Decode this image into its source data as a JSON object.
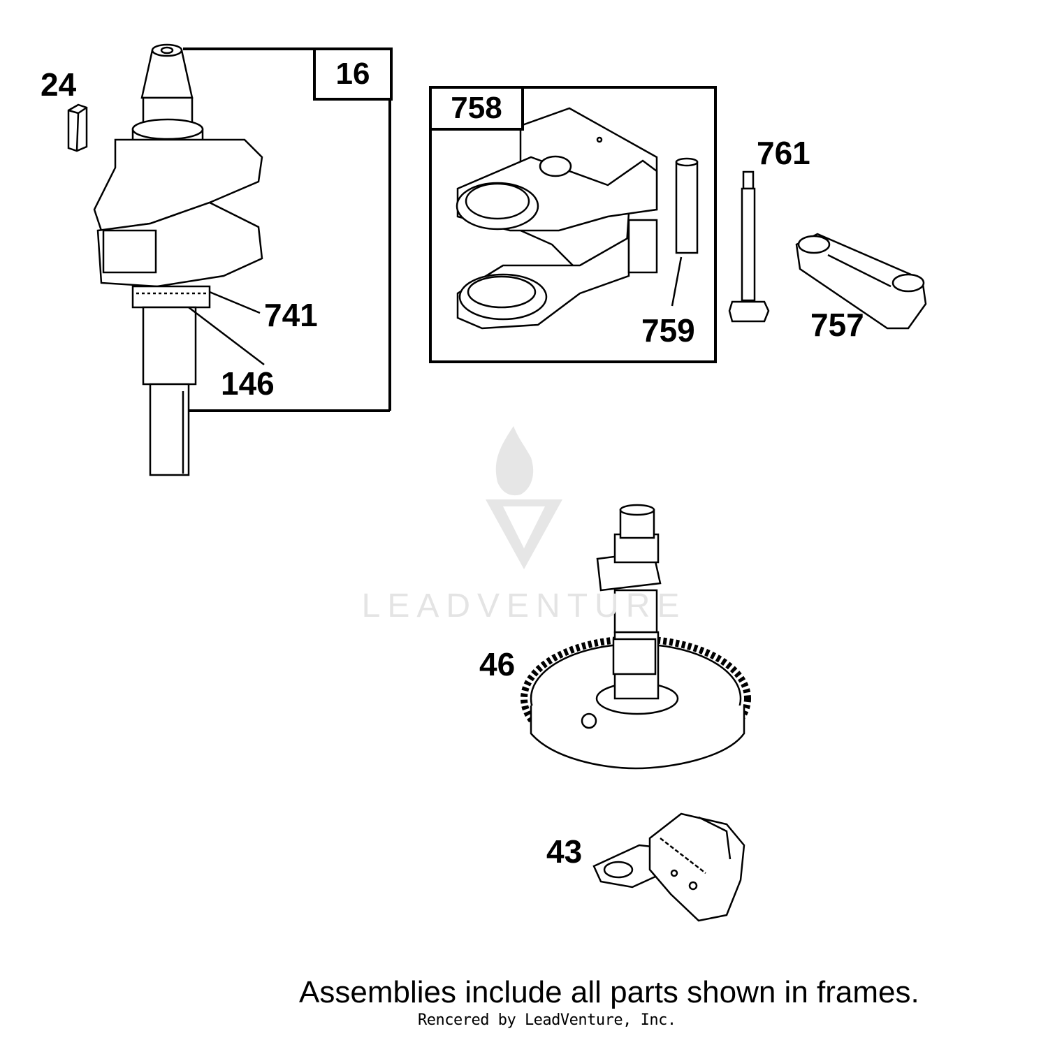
{
  "labels": {
    "p24": "24",
    "p16": "16",
    "p741": "741",
    "p146": "146",
    "p758": "758",
    "p759": "759",
    "p761": "761",
    "p757": "757",
    "p46": "46",
    "p43": "43"
  },
  "footnote": "Assemblies include all parts shown in frames.",
  "credit": "Rencered by LeadVenture, Inc.",
  "watermark": {
    "text": "LEADVENTURE",
    "color": "#e4e4e4"
  },
  "colors": {
    "line": "#000000",
    "part_fill": "#ffffff",
    "watermark": "#e4e4e4"
  }
}
